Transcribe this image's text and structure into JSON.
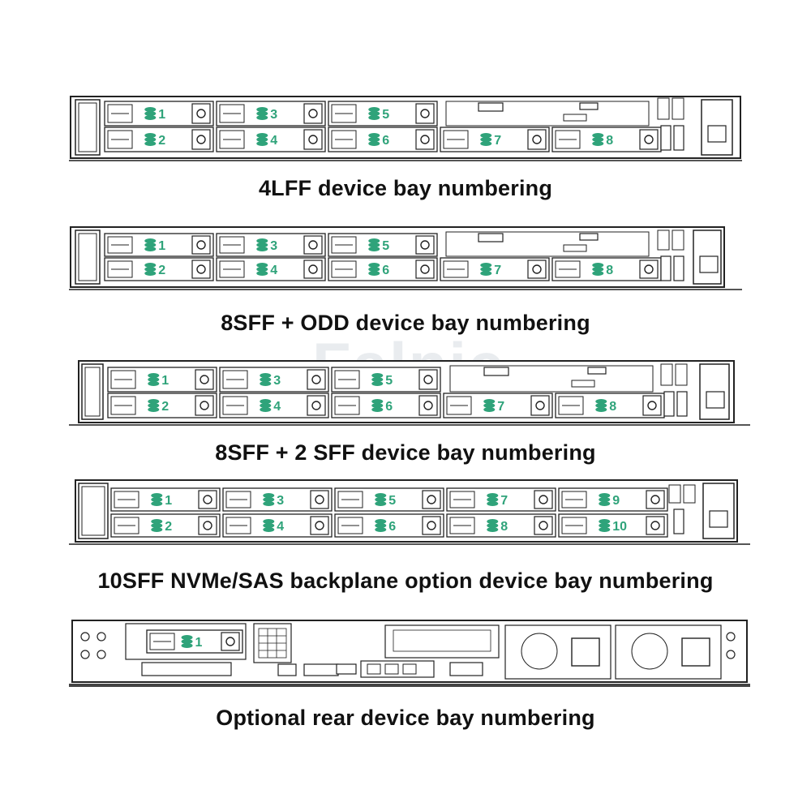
{
  "watermark": "Falnic",
  "colors": {
    "bay_label": "#2fa37a",
    "outline": "#222222",
    "caption": "#111111"
  },
  "panels": [
    {
      "caption": "4LFF device bay numbering",
      "top_row_bays": [
        "1",
        "3",
        "5"
      ],
      "bottom_row_bays": [
        "2",
        "4",
        "6",
        "7",
        "8"
      ]
    },
    {
      "caption": "8SFF + ODD device bay numbering",
      "top_row_bays": [
        "1",
        "3",
        "5"
      ],
      "bottom_row_bays": [
        "2",
        "4",
        "6",
        "7",
        "8"
      ]
    },
    {
      "caption": "8SFF + 2 SFF device bay numbering",
      "top_row_bays": [
        "1",
        "3",
        "5"
      ],
      "bottom_row_bays": [
        "2",
        "4",
        "6",
        "7",
        "8"
      ]
    },
    {
      "caption": "10SFF NVMe/SAS backplane option device bay numbering",
      "top_row_bays": [
        "1",
        "3",
        "5",
        "7",
        "9"
      ],
      "bottom_row_bays": [
        "2",
        "4",
        "6",
        "8",
        "10"
      ]
    },
    {
      "caption": "Optional rear device bay numbering",
      "rear_bays": [
        "1"
      ]
    }
  ]
}
